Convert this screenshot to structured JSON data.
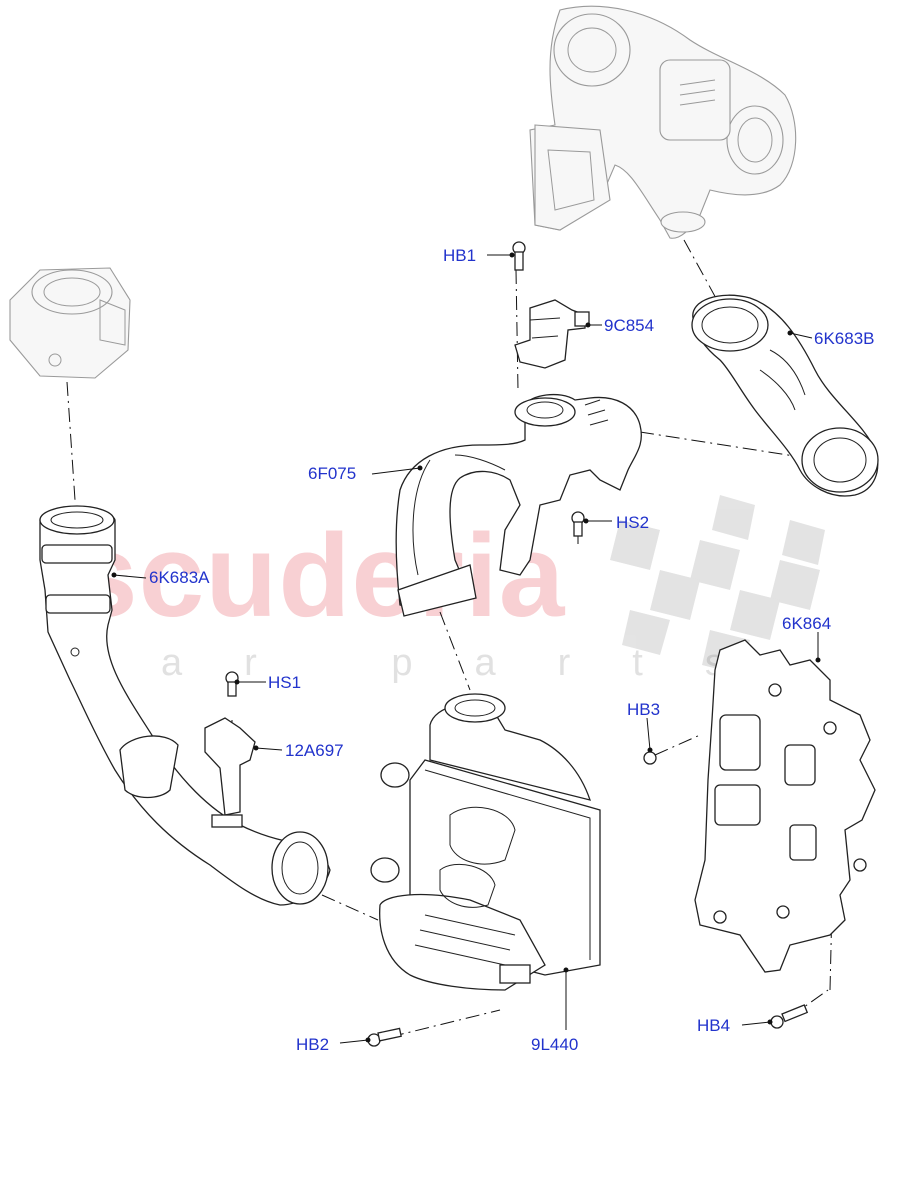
{
  "watermark": {
    "brand": "scuderia",
    "sub": "car parts"
  },
  "callouts": [
    {
      "id": "hb1",
      "text": "HB1"
    },
    {
      "id": "9c854",
      "text": "9C854"
    },
    {
      "id": "6k683b",
      "text": "6K683B"
    },
    {
      "id": "6f075",
      "text": "6F075"
    },
    {
      "id": "hs2",
      "text": "HS2"
    },
    {
      "id": "6k683a",
      "text": "6K683A"
    },
    {
      "id": "6k864",
      "text": "6K864"
    },
    {
      "id": "hs1",
      "text": "HS1"
    },
    {
      "id": "hb3",
      "text": "HB3"
    },
    {
      "id": "12a697",
      "text": "12A697"
    },
    {
      "id": "hb4",
      "text": "HB4"
    },
    {
      "id": "hb2",
      "text": "HB2"
    },
    {
      "id": "9l440",
      "text": "9L440"
    }
  ],
  "colors": {
    "callout_text": "#2233cc",
    "watermark_red": "#ec7880",
    "watermark_grey": "#aaaaaa",
    "line": "#111111"
  }
}
